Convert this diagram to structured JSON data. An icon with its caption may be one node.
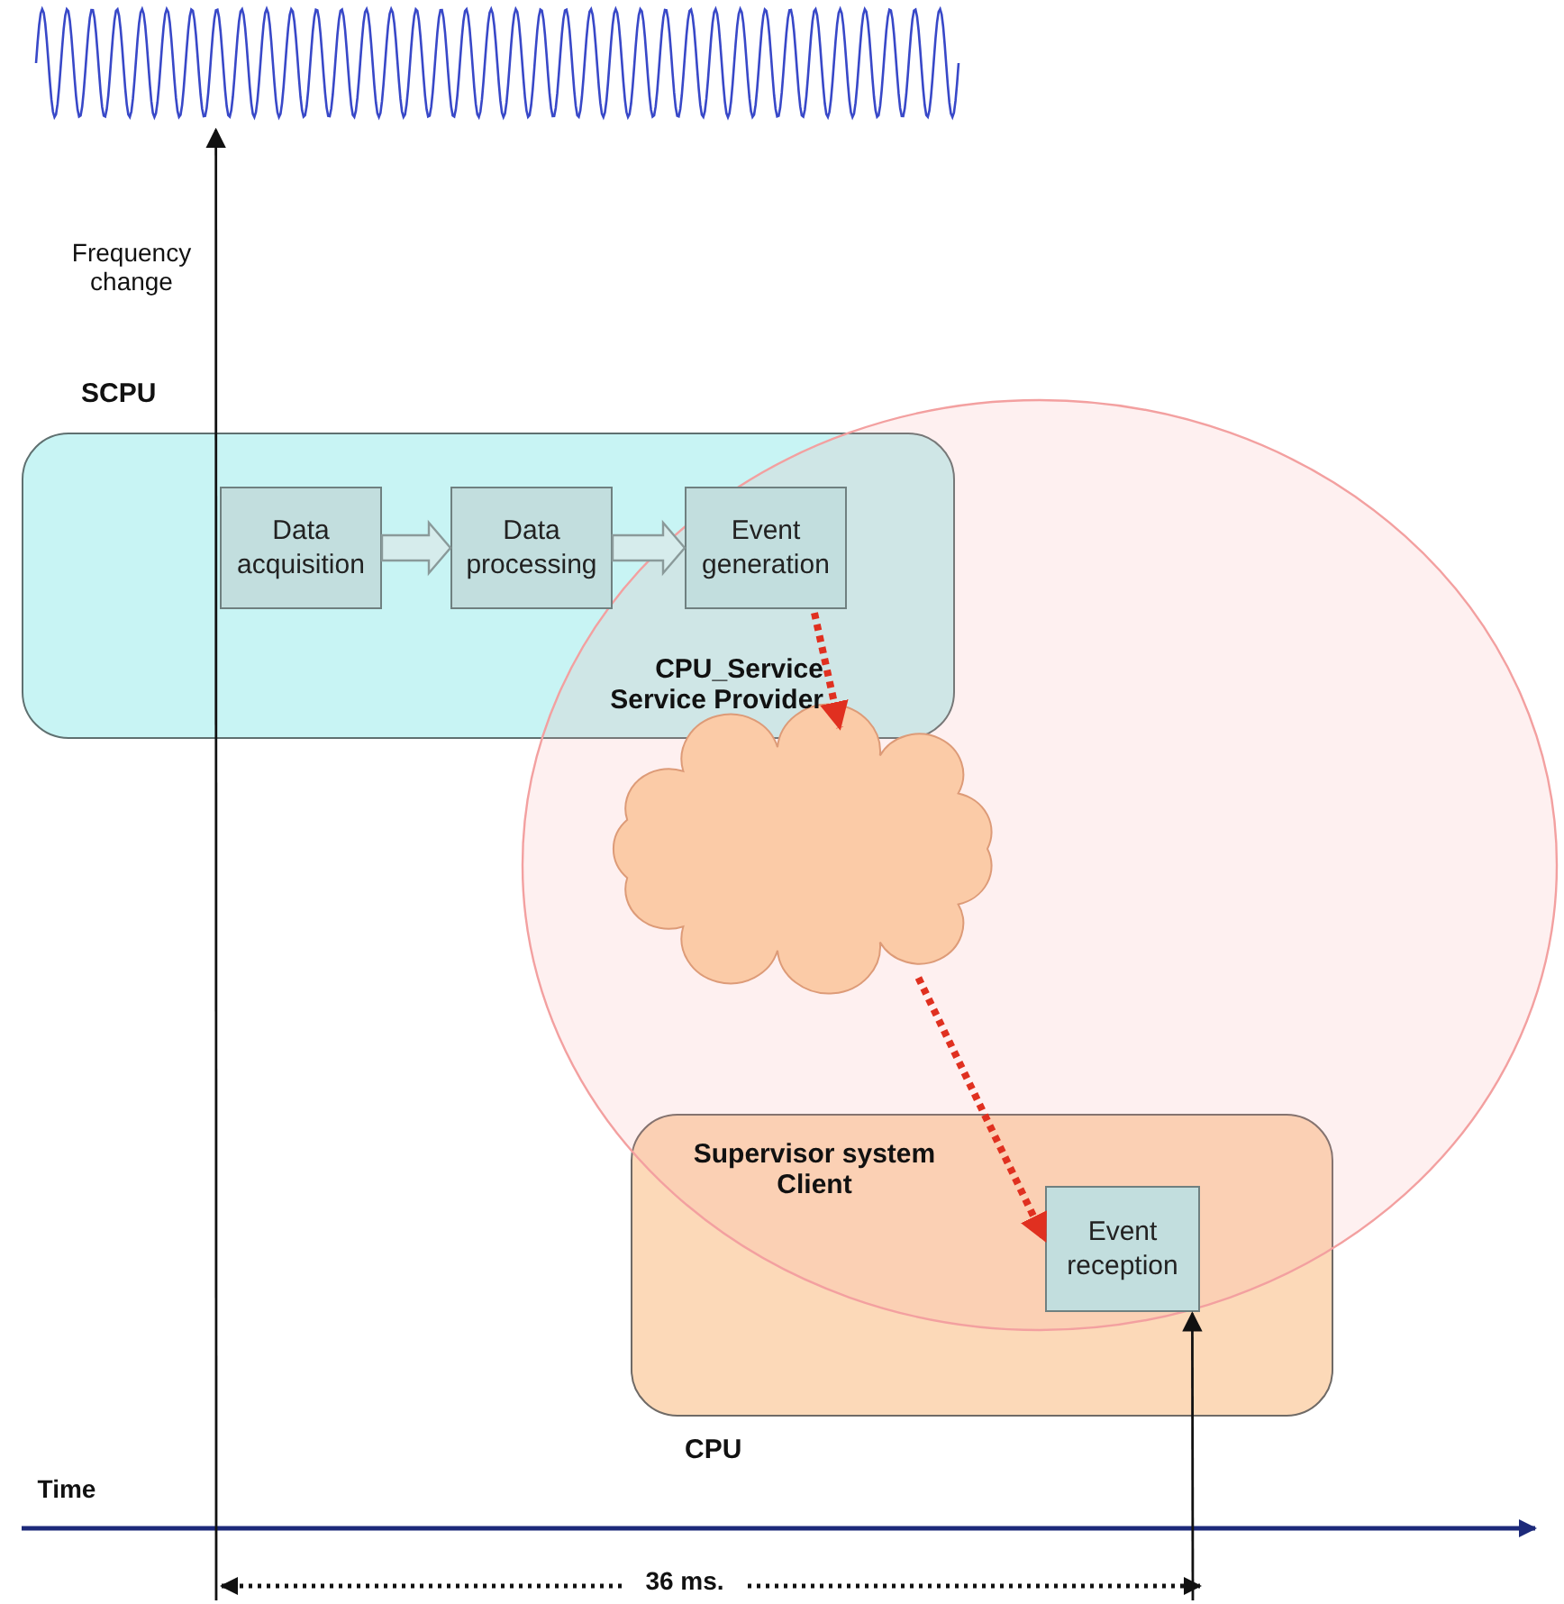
{
  "diagram": {
    "nodes": [
      {
        "text": [],
        "shape": "wave"
      },
      {
        "text": [
          "SCPU",
          "CPU_Service Service Provider"
        ]
      },
      {
        "text": [
          "Data acquisition"
        ],
        "in": 1
      },
      {
        "text": [
          "Data processing"
        ],
        "in": 1
      },
      {
        "text": [
          "Event generation"
        ],
        "in": 1
      },
      {
        "text": [],
        "shape": "cloud"
      },
      {
        "text": [
          "Supervisor system Client",
          "CPU"
        ]
      },
      {
        "text": [
          "Event reception"
        ],
        "in": 6
      }
    ],
    "edges": [
      {
        "from": 2,
        "to": 3,
        "arrow": "to",
        "style": "thick",
        "color": "#8a9a9a"
      },
      {
        "from": 3,
        "to": 4,
        "arrow": "to",
        "style": "thick",
        "color": "#8a9a9a"
      },
      {
        "from": 4,
        "to": 5,
        "arrow": "to",
        "style": "dashed",
        "color": "#e03020"
      },
      {
        "from": 5,
        "to": 7,
        "arrow": "to",
        "style": "dashed",
        "color": "#e03020"
      },
      {
        "from": null,
        "to": 0,
        "arrow": "to",
        "color": "#111111"
      },
      {
        "from": null,
        "to": 7,
        "arrow": "to",
        "color": "#111111"
      }
    ],
    "labels": [
      "Frequency change",
      "Time",
      "36 ms."
    ]
  }
}
